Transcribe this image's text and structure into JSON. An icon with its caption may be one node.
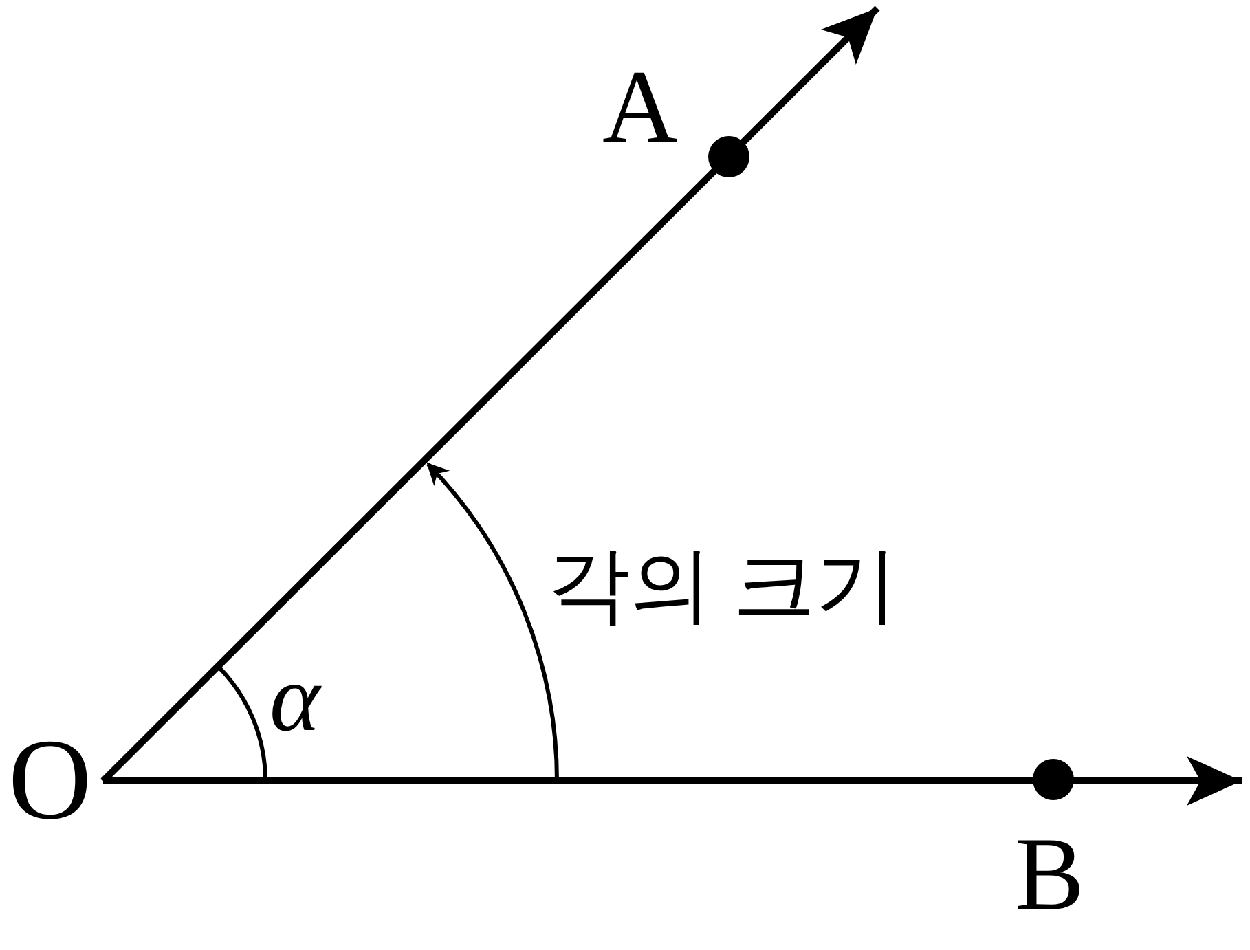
{
  "diagram": {
    "labels": [
      "A",
      "각의 크기",
      "α",
      "O",
      "B"
    ]
  }
}
